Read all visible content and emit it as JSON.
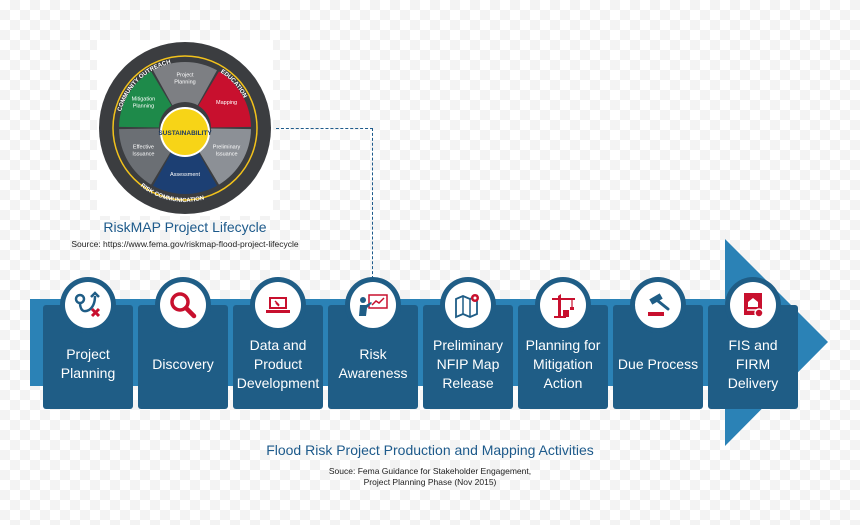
{
  "lifecycle": {
    "ring_labels": [
      "COMMUNITY OUTREACH",
      "EDUCATION",
      "RISK COMMUNICATION"
    ],
    "segments": [
      {
        "label": "Project Planning",
        "color": "#7d7f83"
      },
      {
        "label": "Mapping",
        "color": "#c8102e"
      },
      {
        "label": "Preliminary Issuance",
        "color": "#8c9096"
      },
      {
        "label": "Assessment",
        "color": "#1c3f73"
      },
      {
        "label": "Effective Issuance",
        "color": "#6b6f74"
      },
      {
        "label": "Mitigation Planning",
        "color": "#1e8a4a"
      }
    ],
    "center_label": "SUSTAINABILITY",
    "title": "RiskMAP Project Lifecycle",
    "source": "Source: https://www.fema.gov/riskmap-flood-project-lifecycle"
  },
  "steps": [
    {
      "label": "Project Planning",
      "icon": "route-icon"
    },
    {
      "label": "Discovery",
      "icon": "magnifier-icon"
    },
    {
      "label": "Data and Product Development",
      "icon": "laptop-icon"
    },
    {
      "label": "Risk Awareness",
      "icon": "presenter-icon"
    },
    {
      "label": "Preliminary NFIP Map Release",
      "icon": "map-icon"
    },
    {
      "label": "Planning for Mitigation Action",
      "icon": "crane-icon"
    },
    {
      "label": "Due Process",
      "icon": "gavel-icon"
    },
    {
      "label": "FIS and FIRM Delivery",
      "icon": "certificate-icon"
    }
  ],
  "caption": {
    "title": "Flood Risk Project Production and Mapping Activities",
    "source_line1": "Souce: Fema Guidance for Stakeholder Engagement,",
    "source_line2": "Project Planning Phase (Nov 2015)"
  },
  "colors": {
    "dark_blue": "#1f5d86",
    "arrow_blue": "#2b82b6",
    "accent_red": "#c8102e"
  }
}
